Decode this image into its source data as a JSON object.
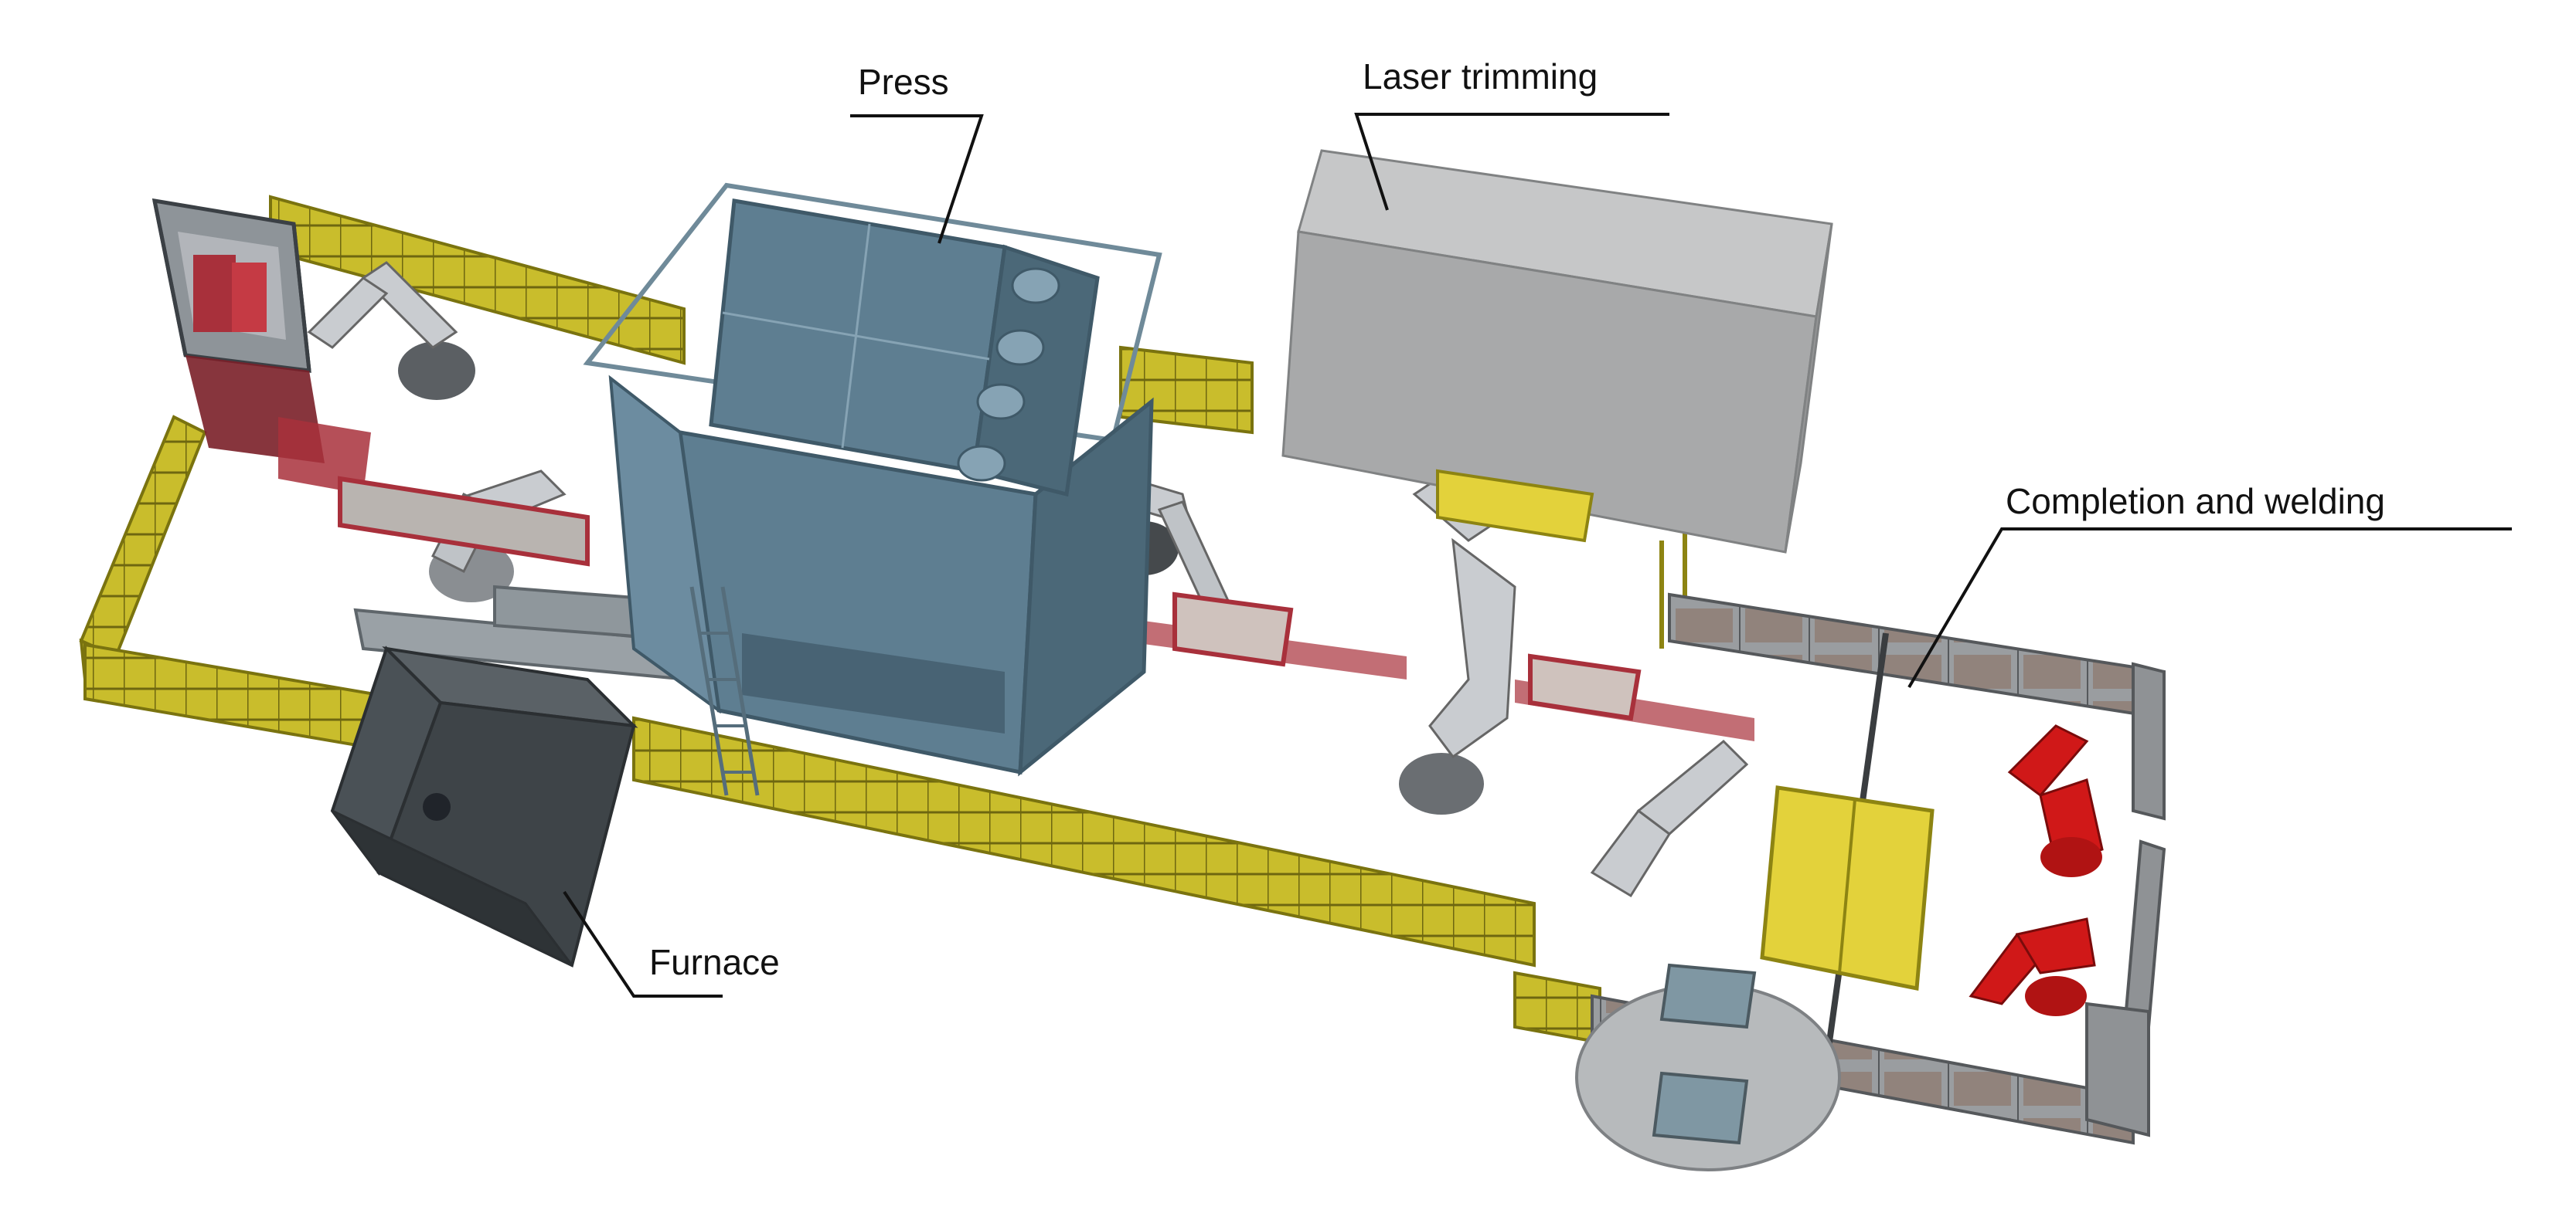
{
  "labels": {
    "press": "Press",
    "laser": "Laser trimming",
    "completion": "Completion and welding",
    "furnace": "Furnace"
  },
  "colors": {
    "fence": "#c9bd2c",
    "fence_dark": "#8d8412",
    "press_body": "#5e7e91",
    "press_dark": "#3f5968",
    "press_light": "#86a3b4",
    "furnace_body": "#3e4448",
    "furnace_top": "#5a6166",
    "laser_front": "#a8a9aa",
    "laser_top": "#c6c7c8",
    "robot_grey": "#c9ccd0",
    "robot_red": "#d01818",
    "fixture_yellow": "#e3d23b",
    "fixture_red": "#a8303b",
    "wall_grey": "#8f9295",
    "turntable": "#b7babc"
  }
}
